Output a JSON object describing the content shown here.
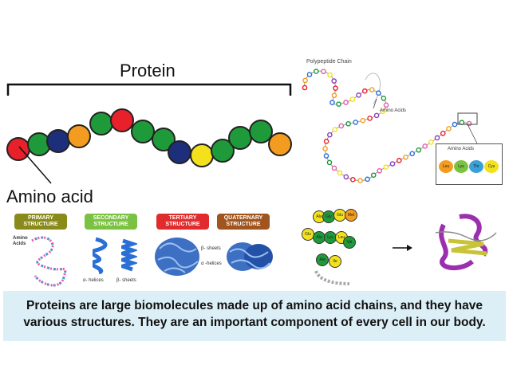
{
  "protein_diagram": {
    "title": "Protein",
    "label": "Amino acid",
    "bead_colors": [
      "#e8202a",
      "#1f9a3a",
      "#1d2f7a",
      "#f39c1f",
      "#1f9a3a",
      "#e8202a",
      "#1f9a3a",
      "#1f9a3a",
      "#1d2f7a",
      "#f2e11b",
      "#1f9a3a",
      "#1f9a3a",
      "#1f9a3a",
      "#f39c1f"
    ]
  },
  "polypeptide_panel": {
    "title": "Polypeptide Chain",
    "amino_acids_label": "Amino Acids",
    "inset_label": "Amino Acids",
    "inset_beads": [
      "Leu",
      "Lys",
      "Thr",
      "Cys"
    ]
  },
  "structures": {
    "items": [
      {
        "line1": "PRIMARY",
        "line2": "STRUCTURE",
        "color": "#8a8a1a"
      },
      {
        "line1": "SECONDARY",
        "line2": "STRUCTURE",
        "color": "#7bc242"
      },
      {
        "line1": "TERTIARY",
        "line2": "STRUCTURE",
        "color": "#e02c2c"
      },
      {
        "line1": "QUATERNARY",
        "line2": "STRUCTURE",
        "color": "#a0551e"
      }
    ],
    "amino_acids_label_1": "Amino",
    "amino_acids_label_2": "Acids",
    "alpha_helices": "α- helices",
    "beta_sheets": "β- sheets",
    "tertiary_beta": "β- sheets",
    "tertiary_alpha": "α -helices"
  },
  "folding_panel": {
    "bead_labels": [
      "Ala",
      "Gly",
      "Glu",
      "Met",
      "Glu",
      "Ala",
      "Lys",
      "Leu",
      "Val",
      "Ala",
      "Ile"
    ]
  },
  "caption": {
    "text": "Proteins are large biomolecules made up of amino acid chains, and they have various structures. They are an important component of every cell in our body."
  }
}
